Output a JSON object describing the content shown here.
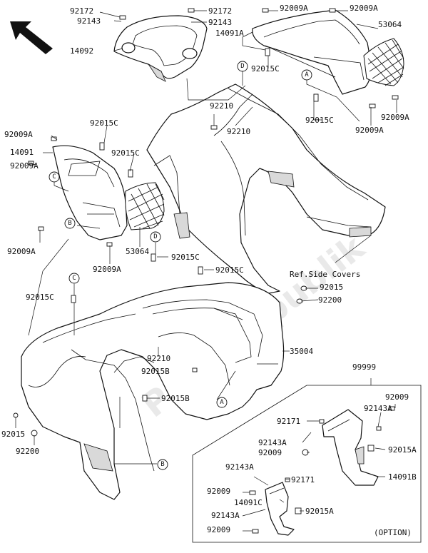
{
  "labels": {
    "p92172_a": "92172",
    "p92143_a": "92143",
    "p14092": "14092",
    "p92172_b": "92172",
    "p92143_b": "92143",
    "p92009A_1": "92009A",
    "p92009A_2": "92009A",
    "p14091A": "14091A",
    "p53064_top": "53064",
    "p92015C_1": "92015C",
    "p92015C_2": "92015C",
    "p92009A_3": "92009A",
    "p92009A_4": "92009A",
    "p92210_1": "92210",
    "p92210_2": "92210",
    "p92009A_L1": "92009A",
    "p92015C_L1": "92015C",
    "p14091": "14091",
    "p92009A_L2": "92009A",
    "p92015C_L2": "92015C",
    "p92009A_L3": "92009A",
    "p53064_L": "53064",
    "p92009A_L4": "92009A",
    "p92015C_3": "92015C",
    "p92015C_4": "92015C",
    "p92015C_5": "92015C",
    "ref_side_covers": "Ref.Side Covers",
    "p92015_1": "92015",
    "p92200_1": "92200",
    "p35004": "35004",
    "p92210_3": "92210",
    "p92015B_1": "92015B",
    "p92015B_2": "92015B",
    "p92015_2": "92015",
    "p92200_2": "92200",
    "p99999": "99999",
    "p92009_1": "92009",
    "p92143A_1": "92143A",
    "p92171_1": "92171",
    "p92143A_2": "92143A",
    "p92015A_1": "92015A",
    "p92009_2": "92009",
    "p14091B": "14091B",
    "p92143A_3": "92143A",
    "p92171_2": "92171",
    "p92009_3": "92009",
    "p14091C": "14091C",
    "p92143A_4": "92143A",
    "p92015A_2": "92015A",
    "p92009_4": "92009",
    "option": "(OPTION)"
  },
  "callouts": {
    "A": "A",
    "B": "B",
    "C": "C",
    "D": "D"
  },
  "watermark": "PartsRepublik",
  "icons": {
    "front_arrow": "arrow-front-icon"
  }
}
